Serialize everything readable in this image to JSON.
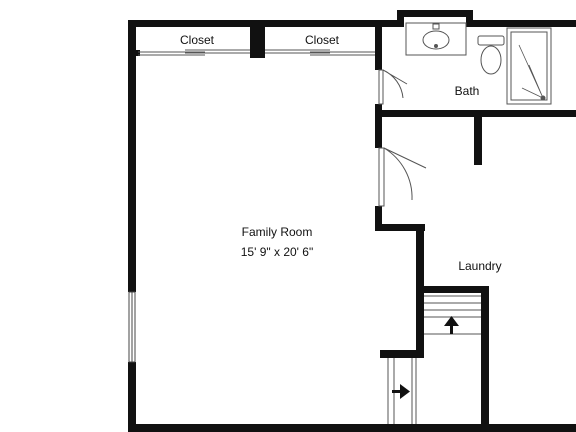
{
  "rooms": {
    "closet_left": "Closet",
    "closet_right": "Closet",
    "bath": "Bath",
    "family_room": "Family Room",
    "family_room_dims": "15' 9\" x 20' 6\"",
    "laundry": "Laundry"
  },
  "colors": {
    "wall": "#111111",
    "fixture": "#555555",
    "background": "#ffffff"
  },
  "icons": {
    "stairs_up": "arrow-up-icon",
    "stairs_right": "arrow-right-icon"
  }
}
